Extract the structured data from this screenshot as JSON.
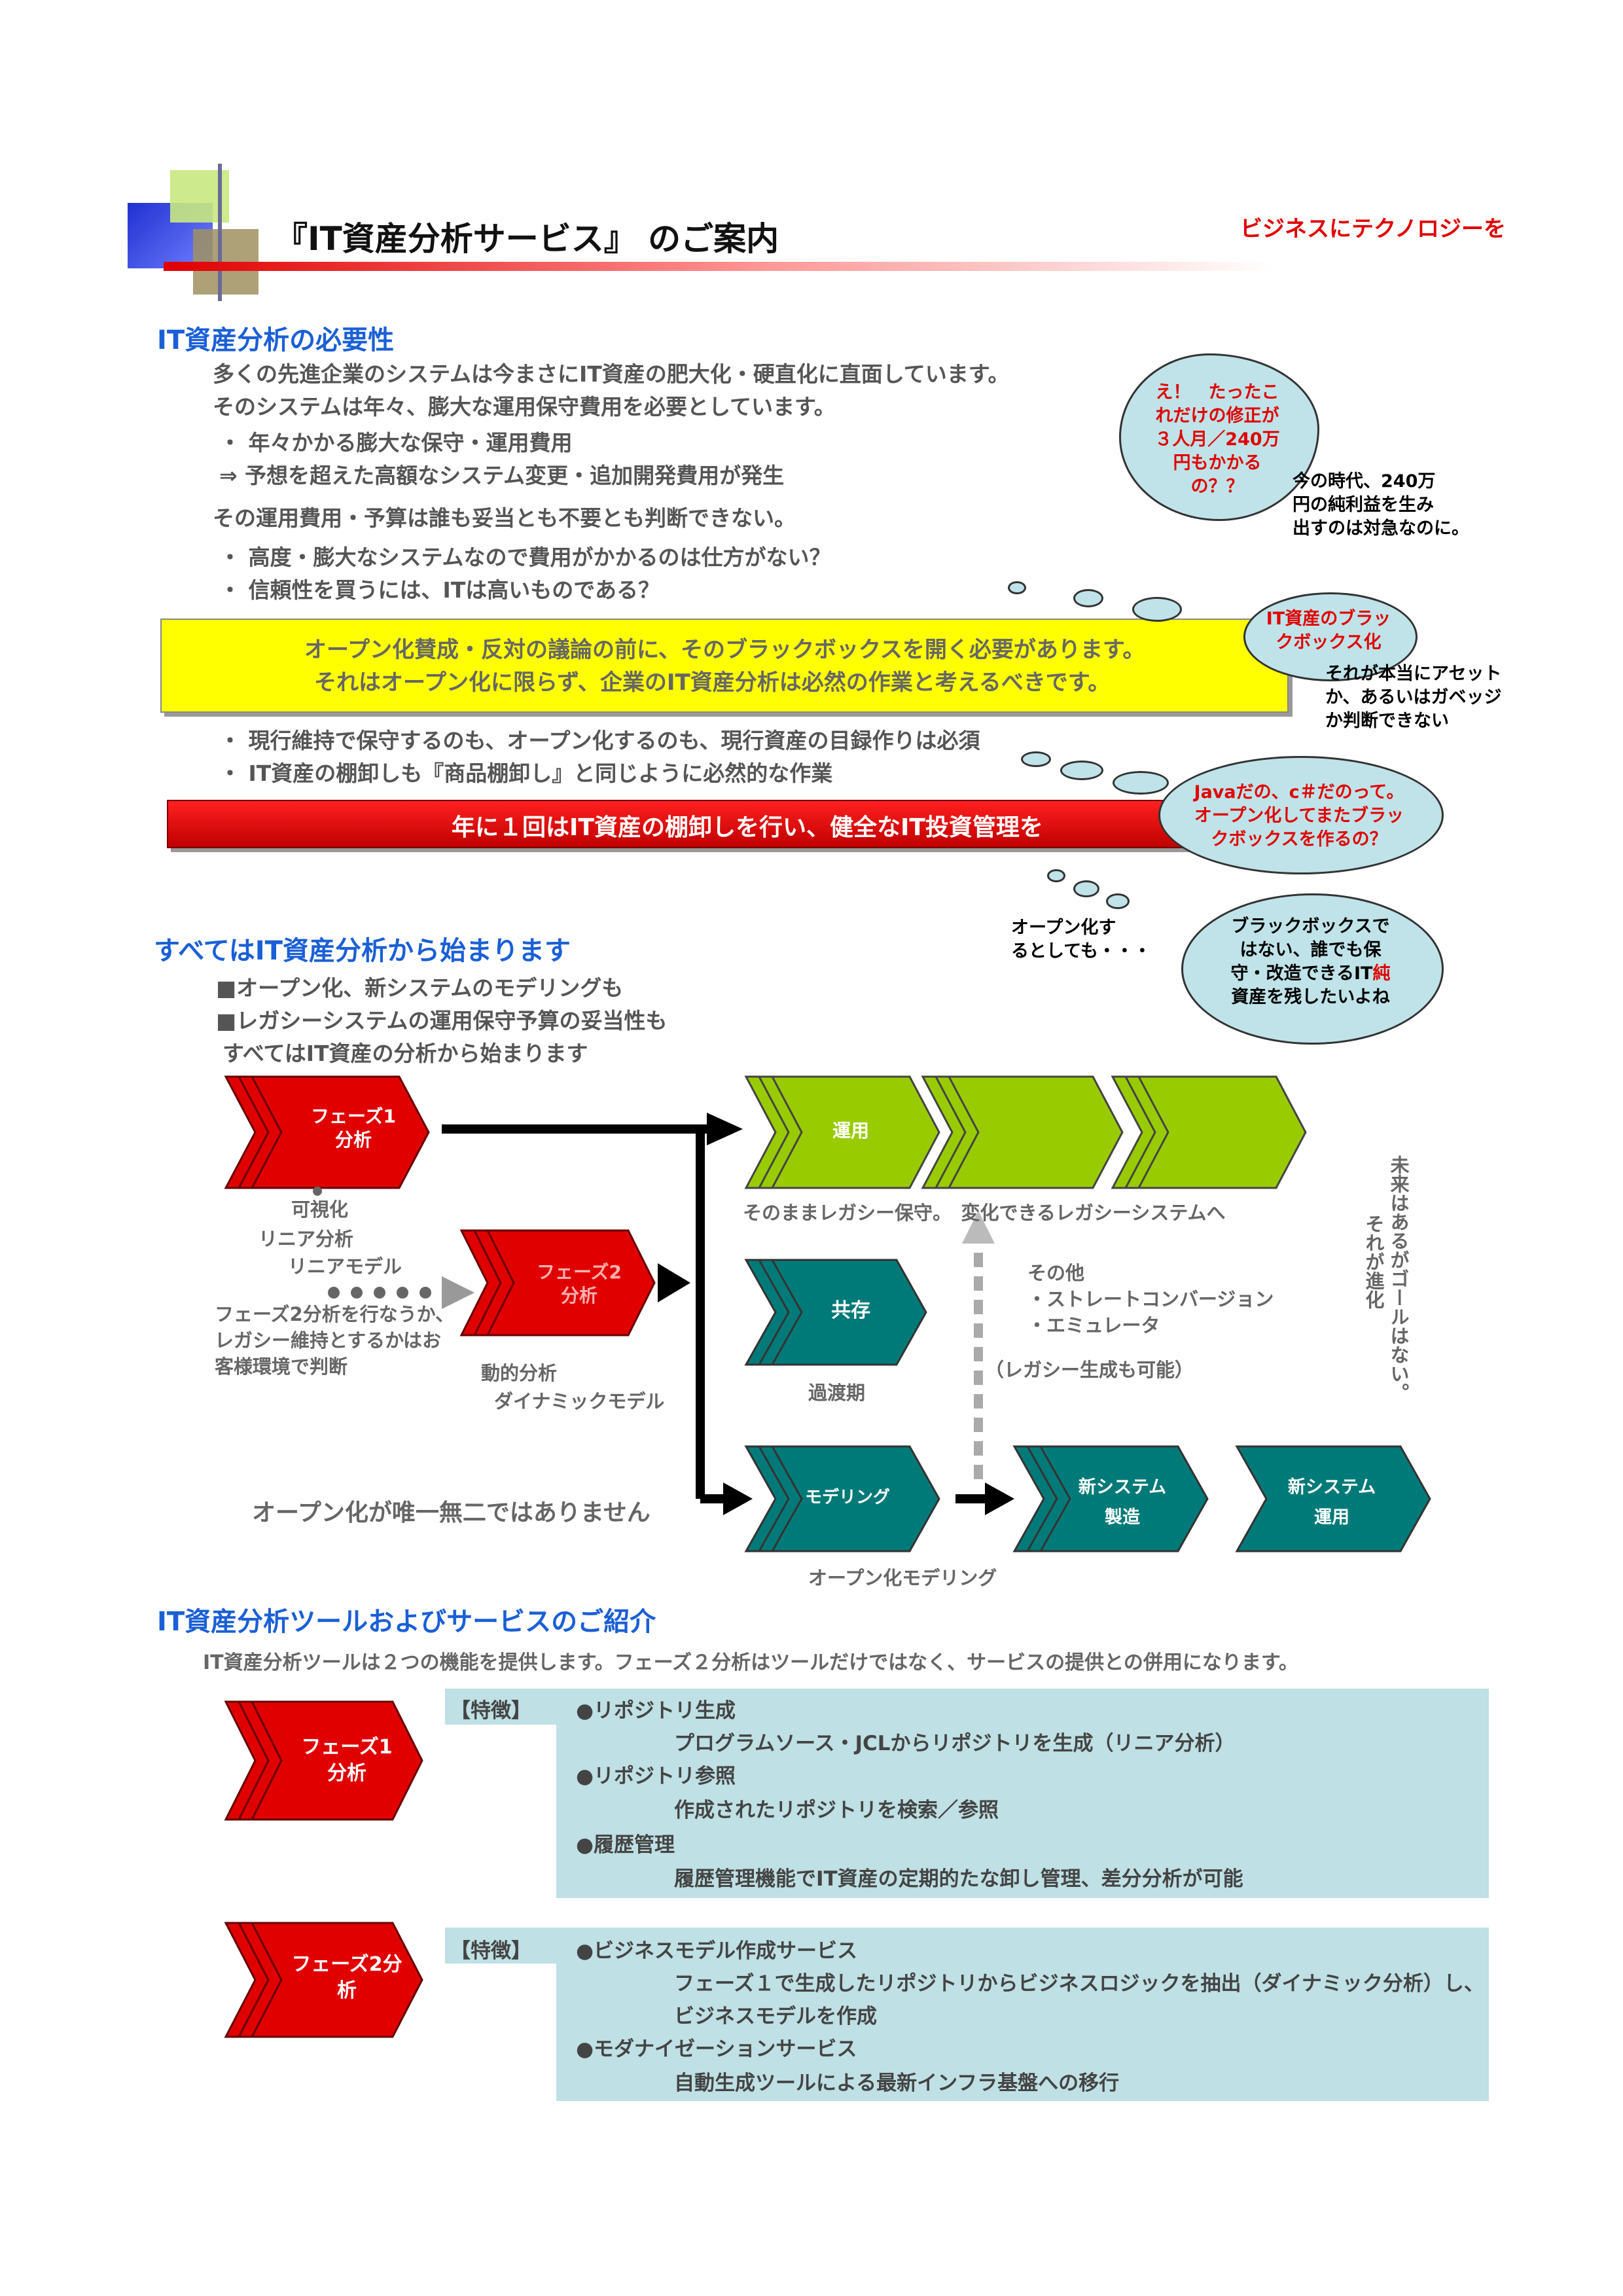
{
  "header": {
    "title": "『IT資産分析サービス』 のご案内",
    "tagline": "ビジネスにテクノロジーを"
  },
  "section1": {
    "heading": "IT資産分析の必要性",
    "lines": [
      "多くの先進企業のシステムは今まさにIT資産の肥大化・硬直化に直面しています。",
      "そのシステムは年々、膨大な運用保守費用を必要としています。",
      "・  年々かかる膨大な保守・運用費用",
      "⇒  予想を超えた高額なシステム変更・追加開発費用が発生",
      "その運用費用・予算は誰も妥当とも不要とも判断できない。",
      "・  高度・膨大なシステムなので費用がかかるのは仕方がない？",
      "・  信頼性を買うには、ITは高いものである？"
    ],
    "yellow_box": [
      "オープン化賛成・反対の議論の前に、そのブラックボックスを開く必要があります。",
      "それはオープン化に限らず、企業のIT資産分析は必然の作業と考えるべきです。"
    ],
    "lines2": [
      "・  現行維持で保守するのも、オープン化するのも、現行資産の目録作りは必須",
      "・  IT資産の棚卸しも『商品棚卸し』と同じように必然的な作業"
    ],
    "red_banner": "年に１回はIT資産の棚卸しを行い、健全なIT投資管理を"
  },
  "clouds": {
    "c1": [
      "え！　たったこ",
      "れだけの修正が",
      "３人月／240万",
      "円もかかる",
      "の？？"
    ],
    "c1_note": [
      "今の時代、240万",
      "円の純利益を生み",
      "出すのは対急なのに。"
    ],
    "c2": [
      "IT資産のブラッ",
      "クボックス化"
    ],
    "c2_note": [
      "それが本当にアセット",
      "か、あるいはガベッジ",
      "か判断できない"
    ],
    "c3": [
      "Javaだの、c＃だのって。",
      "オープン化してまたブラッ",
      "クボックスを作るの？"
    ],
    "c4_note": [
      "オープン化す",
      "るとしても・・・"
    ],
    "c4": [
      "ブラックボックスで",
      "はない、誰でも保",
      "守・改造できるIT",
      "資産を残したいよね"
    ],
    "c4_red_char": "純"
  },
  "section2": {
    "heading": "すべてはIT資産分析から始まります",
    "lines": [
      "■オープン化、新システムのモデリングも",
      "■レガシーシステムの運用保守予算の妥当性も",
      "すべてはIT資産の分析から始まります"
    ]
  },
  "diagram": {
    "phase1": [
      "フェーズ1",
      "分析"
    ],
    "phase2": [
      "フェーズ2",
      "分析"
    ],
    "phase1_notes": [
      "可視化",
      "リニア分析",
      "リニアモデル"
    ],
    "phase2_note": [
      "フェーズ2分析を行なうか、",
      "レガシー維持とするかはお",
      "客様環境で判断"
    ],
    "phase2_sub": [
      "動的分析",
      "ダイナミックモデル"
    ],
    "unyo": "運用",
    "unyo_caption": "そのままレガシー保守。　変化できるレガシーシステムへ",
    "kyozon": "共存",
    "kyozon_caption": "過渡期",
    "other": [
      "その他",
      "・ストレートコンバージョン",
      "・エミュレータ"
    ],
    "legacy_possible": "（レガシー生成も可能）",
    "modeling": "モデリング",
    "modeling_caption": "オープン化モデリング",
    "new_sys1": [
      "新システム",
      "製造"
    ],
    "new_sys2": [
      "新システム",
      "運用"
    ],
    "not_only": "オープン化が唯一無二ではありません",
    "vertical_right": "未来はあるがゴールはない。",
    "vertical_left": "それが進化"
  },
  "section3": {
    "heading": "IT資産分析ツールおよびサービスのご紹介",
    "intro": "IT資産分析ツールは２つの機能を提供します。フェーズ２分析はツールだけではなく、サービスの提供との併用になります。",
    "tool1": {
      "phase": [
        "フェーズ1",
        "分析"
      ],
      "tag": "【特徴】",
      "items": [
        {
          "title": "●リポジトリ生成",
          "desc": "プログラムソース・JCLからリポジトリを生成（リニア分析）"
        },
        {
          "title": "●リポジトリ参照",
          "desc": "作成されたリポジトリを検索／参照"
        },
        {
          "title": "●履歴管理",
          "desc": "履歴管理機能でIT資産の定期的たな卸し管理、差分分析が可能"
        }
      ]
    },
    "tool2": {
      "phase": [
        "フェーズ2分",
        "析"
      ],
      "tag": "【特徴】",
      "items": [
        {
          "title": "●ビジネスモデル作成サービス",
          "desc": "フェーズ１で生成したリポジトリからビジネスロジックを抽出（ダイナミック分析）し、",
          "desc2": "ビジネスモデルを作成"
        },
        {
          "title": "●モダナイゼーションサービス",
          "desc": "自動生成ツールによる最新インフラ基盤への移行"
        }
      ]
    }
  },
  "colors": {
    "red": "#e00000",
    "green": "#99cc00",
    "teal": "#007a78",
    "yellow": "#ffff00",
    "blue_heading": "#1560d8",
    "cloud": "#bfe3e8",
    "panel": "#bfe0e4"
  }
}
